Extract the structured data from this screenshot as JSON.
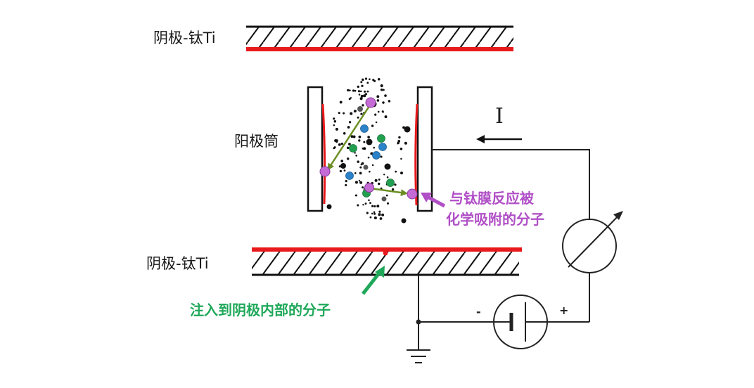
{
  "labels": {
    "cathode_top": "阴极-钛Ti",
    "anode_tube": "阳极筒",
    "cathode_bottom": "阴极-钛Ti",
    "adsorbed_line1": "与钛膜反应被",
    "adsorbed_line2": "化学吸附的分子",
    "injected": "注入到阴极内部的分子",
    "current_symbol": "I",
    "minus": "-",
    "plus": "+"
  },
  "colors": {
    "titanium_film": "#e8191b",
    "adsorbed_text": "#b04fc6",
    "adsorbed_molecule": "#c46bd6",
    "injected_text": "#1fa85a",
    "trajectory_arrow": "#6b8e23",
    "molecule_blue": "#2b82c9",
    "molecule_green": "#22a050",
    "molecule_black": "#111111",
    "molecule_gray": "#555555"
  },
  "icons": [
    "current-arrow-icon",
    "ammeter-icon",
    "battery-icon",
    "ground-icon"
  ]
}
